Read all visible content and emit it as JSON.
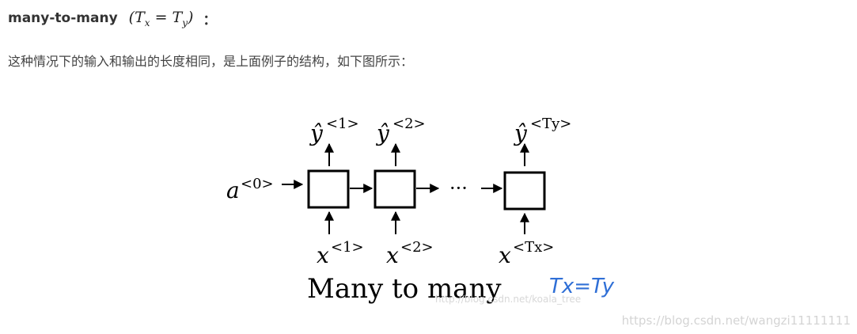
{
  "heading": {
    "title": "many-to-many",
    "math_T": "T",
    "math_x": "x",
    "math_eq": " = ",
    "math_y": "y",
    "colon": "："
  },
  "paragraph": "这种情况下的输入和输出的长度相同，是上面例子的结构，如下图所示：",
  "figure": {
    "outputs": [
      {
        "base": "ŷ",
        "sup": "<1>"
      },
      {
        "base": "ŷ",
        "sup": "<2>"
      },
      {
        "base": "ŷ",
        "sup": "<Ty>"
      }
    ],
    "inputs": [
      {
        "base": "x",
        "sup": "<1>"
      },
      {
        "base": "x",
        "sup": "<2>"
      },
      {
        "base": "x",
        "sup": "<Tx>"
      }
    ],
    "initial_activation": {
      "base": "a",
      "sup": "<0>"
    },
    "ellipsis": "···",
    "caption": "Many to many",
    "handwritten_note": "Tx=Ty",
    "caption_watermark": "http://blog.csdn.net/koala_tree"
  },
  "watermark": "https://blog.csdn.net/wangzi11111111",
  "colors": {
    "text": "#333333",
    "ink": "#000000",
    "handwriting": "#2f6fd6",
    "watermark": "#d4d4d4"
  }
}
